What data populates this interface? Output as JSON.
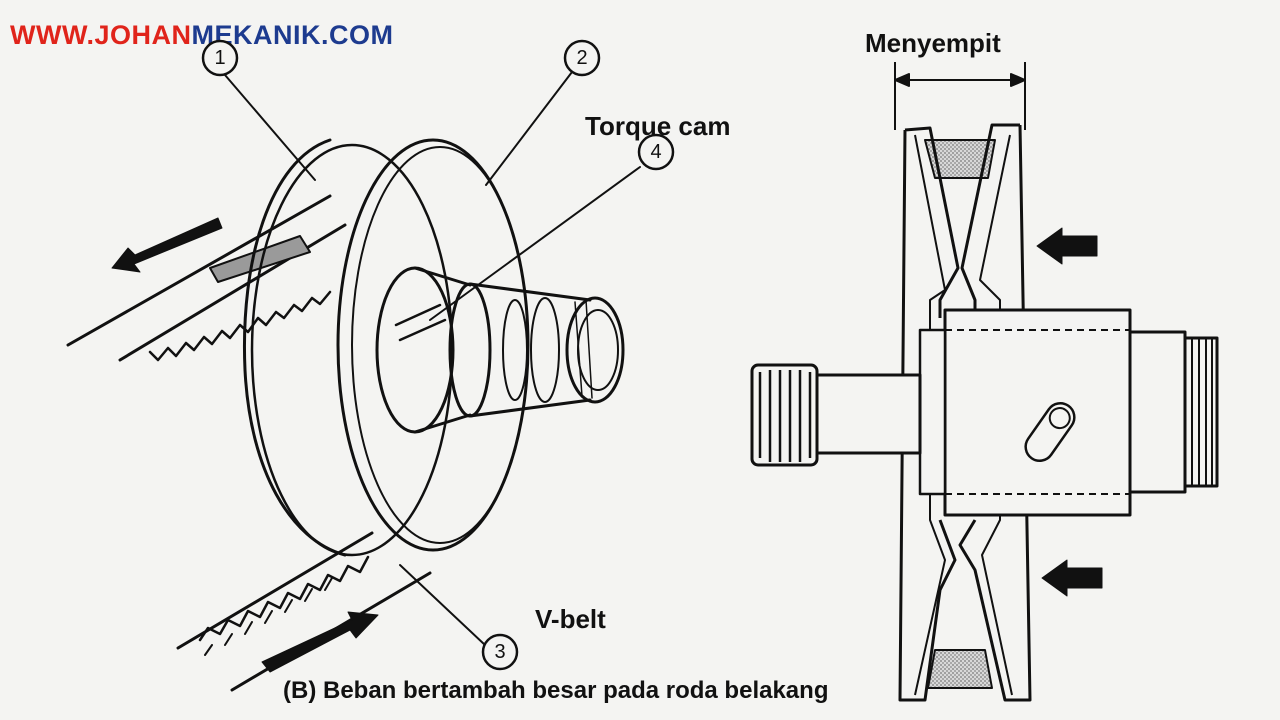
{
  "watermark": {
    "part1": "WWW.JOHAN",
    "part2": "MEKANIK.COM",
    "color1": "#e0241b",
    "color2": "#1d3b8f"
  },
  "labels": {
    "menyempit": "Menyempit",
    "torque_cam": "Torque cam",
    "v_belt": "V-belt",
    "caption": "(B) Beban bertambah besar pada roda belakang"
  },
  "callouts": [
    "1",
    "2",
    "3",
    "4"
  ],
  "colors": {
    "ink": "#111111",
    "paper": "#f4f4f2",
    "belt_shade": "#9a9a9a"
  }
}
